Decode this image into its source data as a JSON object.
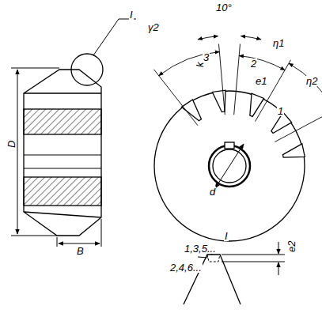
{
  "diagram": {
    "labels": [
      "I",
      "D",
      "B",
      "γ2",
      "10°",
      "k",
      "3",
      "2",
      "η1",
      "e1",
      "η2",
      "1",
      "d",
      "I",
      "1,3,5...",
      "2,4,6...",
      "e2"
    ]
  }
}
